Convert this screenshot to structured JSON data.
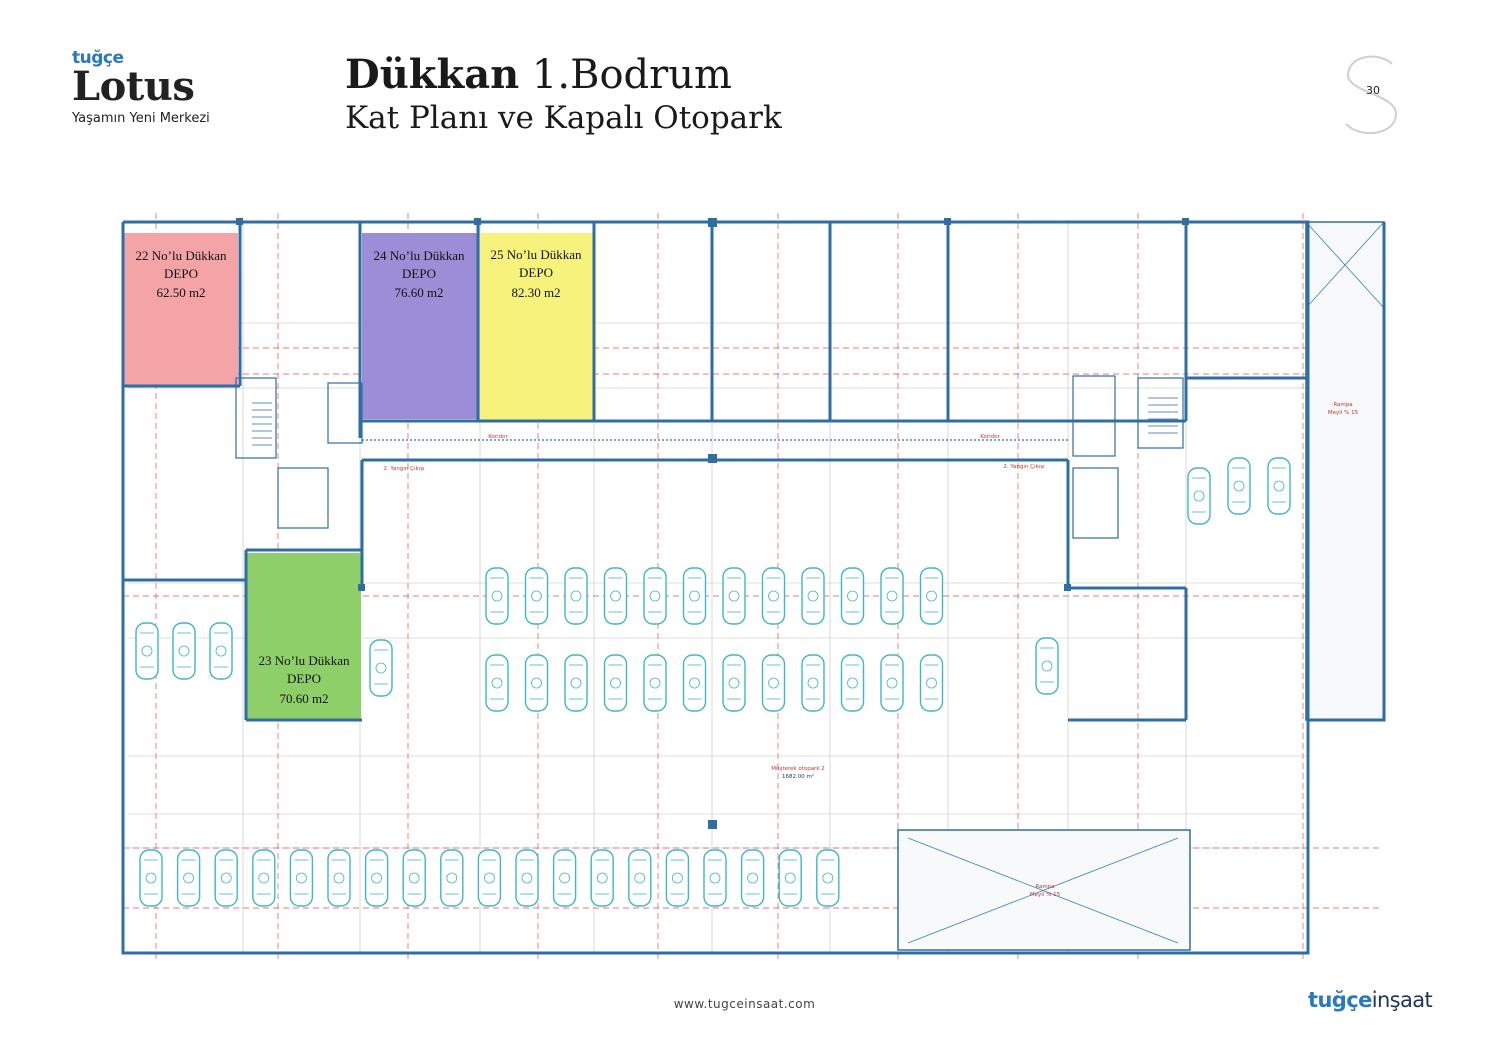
{
  "brand": {
    "top": "tuğçe",
    "name": "Lotus",
    "slogan": "Yaşamın Yeni Merkezi"
  },
  "title": {
    "line1_bold": "Dükkan",
    "line1_rest": " 1.Bodrum",
    "line2": "Kat Planı ve Kapalı Otopark"
  },
  "page_number": "30",
  "shops": [
    {
      "name": "22 No’lu Dükkan",
      "type": "DEPO",
      "area": "62.50 m2",
      "color": "#f4a3a7"
    },
    {
      "name": "24 No’lu Dükkan",
      "type": "DEPO",
      "area": "76.60 m2",
      "color": "#9c8ed6"
    },
    {
      "name": "25 No’lu Dükkan",
      "type": "DEPO",
      "area": "82.30 m2",
      "color": "#f7f27c"
    },
    {
      "name": "23 No’lu Dükkan",
      "type": "DEPO",
      "area": "70.60 m2",
      "color": "#8fcf6a"
    }
  ],
  "plan_labels": {
    "parking": "Müşterek otopark 2",
    "parking_area": "1682.00 m²",
    "ramp1": "Rampa",
    "ramp1_slope": "Meyil % 15",
    "ramp2": "Rampa",
    "ramp2_slope": "Meyil % 15",
    "corridor": "Koridor",
    "corridor2": "Koridor",
    "fire_exit": "2. Yangın Çıkışı",
    "fire_exit2": "2. Yangın Çıkışı"
  },
  "footer": {
    "url": "www.tugceinsaat.com",
    "brand_a": "tuğçe",
    "brand_b": "inşaat"
  },
  "colors": {
    "accent_blue": "#2a78c2",
    "wall": "#2f6ea3",
    "car": "#3fb7c4",
    "red_axis": "#e05050"
  }
}
